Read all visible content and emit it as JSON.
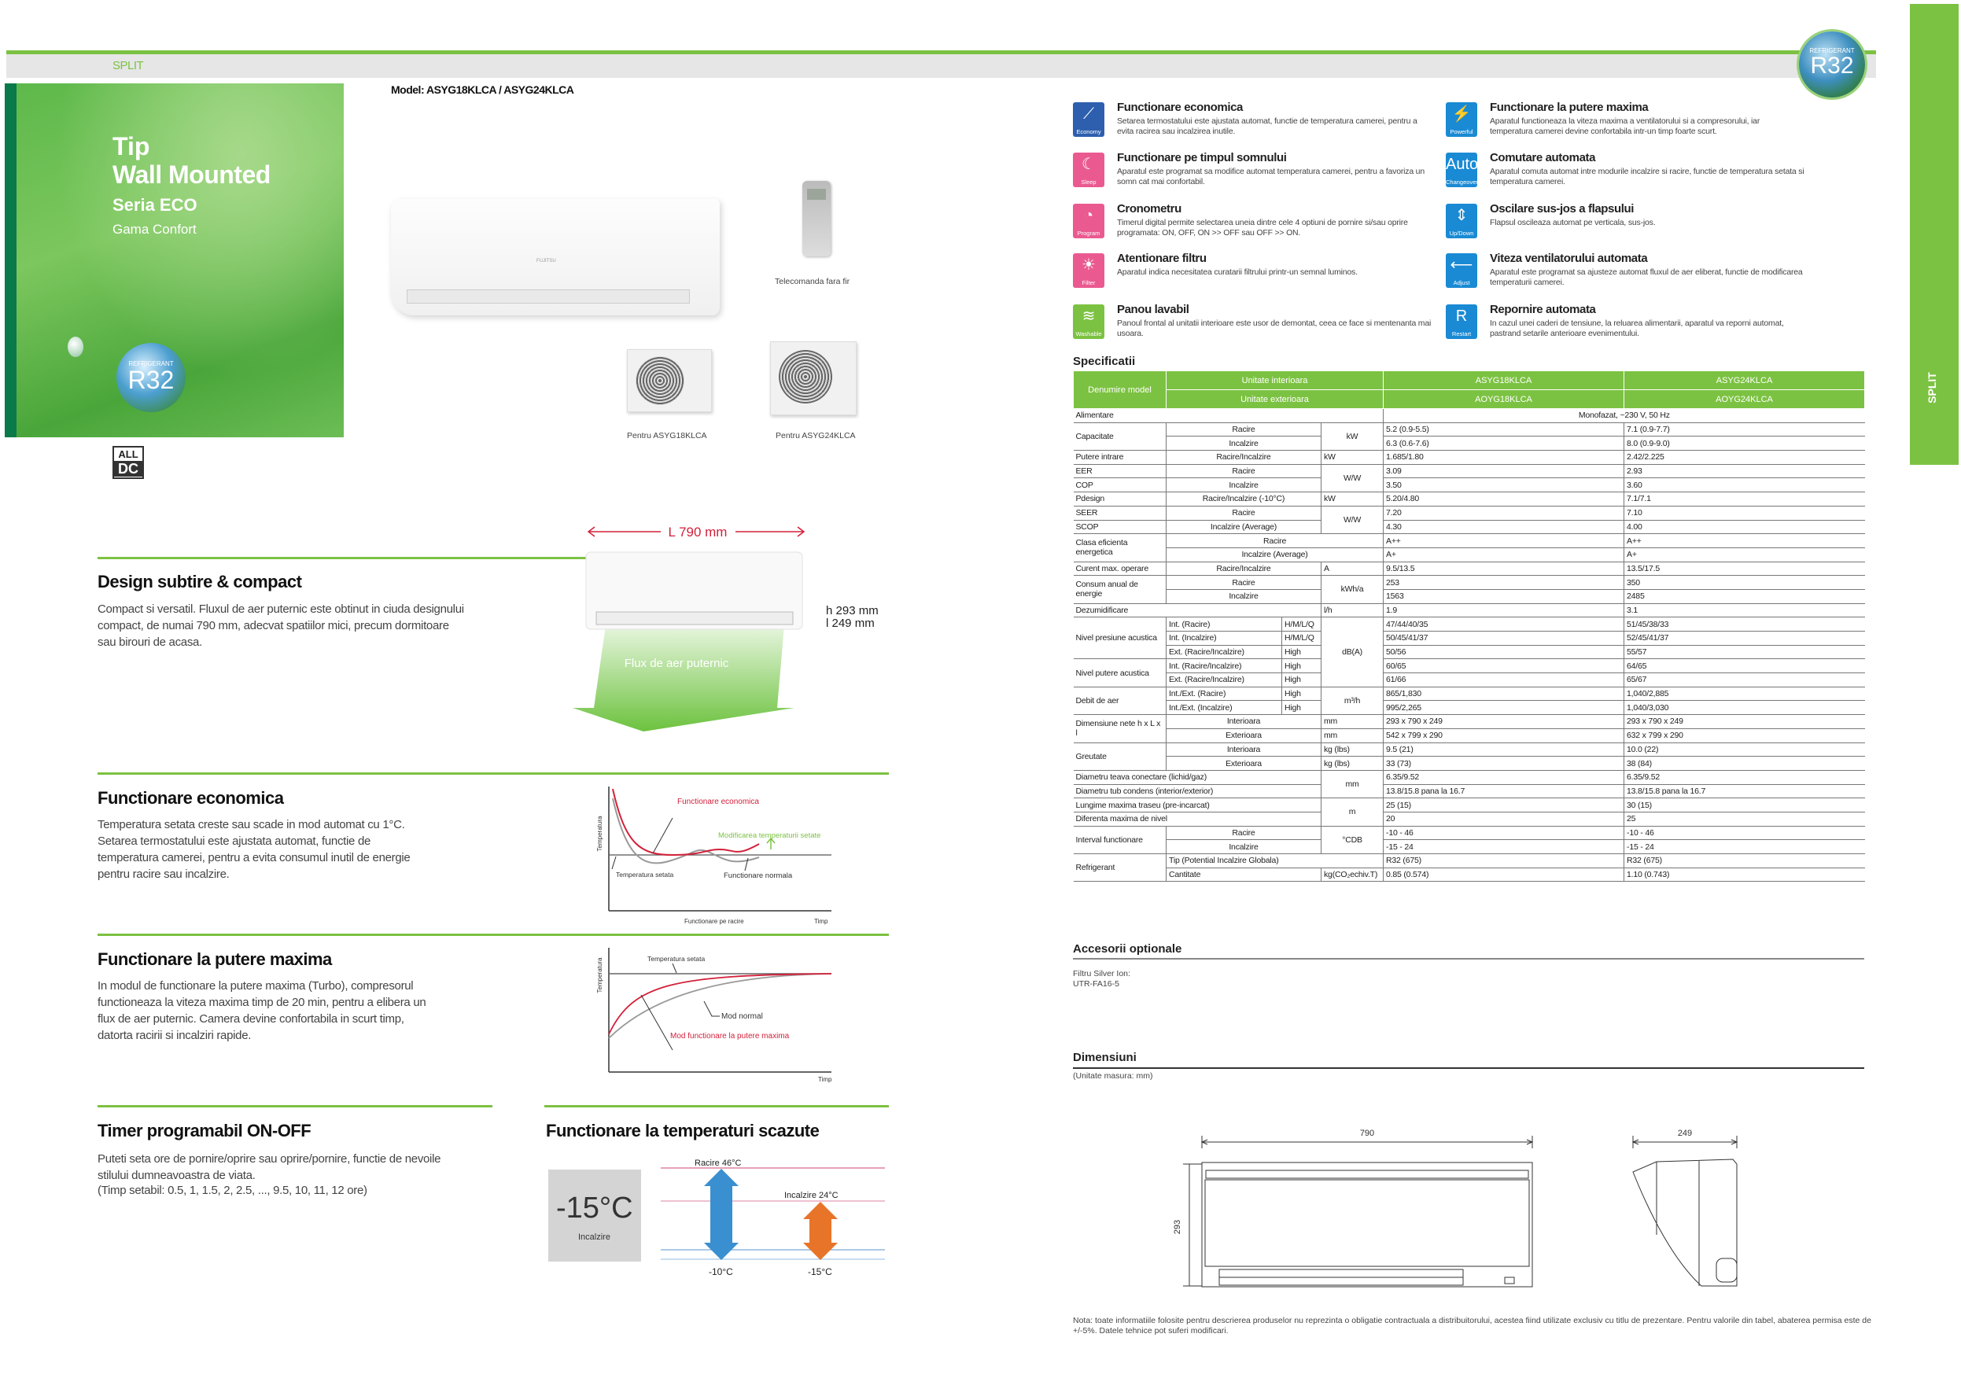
{
  "header": {
    "section": "SPLIT",
    "side_tab": "SPLIT",
    "badge_top": "REFRIGERANT",
    "badge_main": "R32"
  },
  "hero": {
    "line1": "Tip",
    "line2": "Wall Mounted",
    "line3": "Seria ECO",
    "line4": "Gama Confort",
    "badge_top": "REFRIGERANT",
    "badge_main": "R32"
  },
  "alldc": {
    "top": "ALL",
    "bottom": "DC"
  },
  "model": "Model: ASYG18KLCA / ASYG24KLCA",
  "product": {
    "remote_caption": "Telecomanda fara fir",
    "outdoor1_caption": "Pentru ASYG18KLCA",
    "outdoor2_caption": "Pentru ASYG24KLCA",
    "brand": "FUJITSU"
  },
  "design": {
    "title": "Design subtire & compact",
    "text": "Compact si versatil. Fluxul de aer puternic este obtinut in ciuda designului compact, de numai 790 mm, adecvat spatiilor mici, precum dormitoare sau birouri de acasa.",
    "length": "L 790 mm",
    "height": "h 293 mm",
    "depth": "l 249 mm",
    "airflow": "Flux de aer puternic"
  },
  "economy": {
    "title": "Functionare economica",
    "text": "Temperatura setata creste sau scade in mod automat cu 1°C. Setarea termostatului este ajustata automat, functie de temperatura camerei, pentru a evita consumul inutil de energie pentru racire sau incalzire.",
    "chart": {
      "ylabel": "Temperatura",
      "eco": "Functionare economica",
      "mod": "Modificarea temperaturii setate",
      "set": "Temperatura setata",
      "normal": "Functionare normala",
      "xlabel": "Functionare pe racire",
      "time": "Timp"
    }
  },
  "powerful": {
    "title": "Functionare la putere maxima",
    "text": "In modul de functionare la putere maxima (Turbo), compresorul functioneaza la viteza maxima timp de 20 min, pentru a elibera un flux de aer puternic. Camera devine confortabila in scurt timp, datorta racirii si incalziri rapide.",
    "chart": {
      "ylabel": "Temperatura",
      "set": "Temperatura setata",
      "normal": "Mod normal",
      "max": "Mod functionare la putere maxima",
      "time": "Timp"
    }
  },
  "timer": {
    "title": "Timer programabil ON-OFF",
    "text": "Puteti seta ore de pornire/oprire sau oprire/pornire, functie de nevoile stilului dumneavoastra de viata.",
    "text2": "(Timp setabil: 0.5, 1, 1.5, 2, 2.5, ..., 9.5, 10, 11, 12 ore)"
  },
  "lowtemp": {
    "title": "Functionare la temperaturi scazute",
    "box_value": "-15°C",
    "box_label": "Incalzire",
    "cool_top": "Racire 46°C",
    "heat_top": "Incalzire 24°C",
    "cool_bottom": "-10°C",
    "heat_bottom": "-15°C",
    "cool_color": "#3a8fd0",
    "heat_color": "#e8742a"
  },
  "features": [
    {
      "icon": "economy-icon",
      "label": "Economy",
      "color": "#2d5fae",
      "title": "Functionare economica",
      "text": "Setarea termostatului este ajustata automat, functie de temperatura camerei, pentru a evita racirea sau incalzirea inutile."
    },
    {
      "icon": "sleep-icon",
      "label": "Sleep",
      "color": "#ea5a90",
      "title": "Functionare pe timpul somnului",
      "text": "Aparatul este programat sa modifice automat temperatura camerei, pentru a favoriza un somn cat mai confortabil."
    },
    {
      "icon": "program-icon",
      "label": "Program",
      "color": "#ea5a90",
      "title": "Cronometru",
      "text": "Timerul digital permite selectarea uneia dintre cele 4 optiuni de pornire si/sau oprire programata: ON, OFF, ON >> OFF sau OFF >> ON."
    },
    {
      "icon": "filter-icon",
      "label": "Filter",
      "color": "#ea5a90",
      "title": "Atentionare filtru",
      "text": "Aparatul indica necesitatea curatarii filtrului printr-un semnal luminos."
    },
    {
      "icon": "washable-icon",
      "label": "Washable",
      "color": "#7cc242",
      "title": "Panou lavabil",
      "text": "Panoul frontal al unitatii interioare este usor de demontat, ceea ce face si mentenanta mai usoara."
    },
    {
      "icon": "powerful-icon",
      "label": "Powerful",
      "color": "#1a8ad4",
      "title": "Functionare la putere maxima",
      "text": "Aparatul functioneaza la viteza maxima a ventilatorului si a compresorului, iar temperatura camerei devine confortabila intr-un timp foarte scurt."
    },
    {
      "icon": "auto-changeover-icon",
      "label": "Changeover",
      "color": "#1a8ad4",
      "title": "Comutare automata",
      "text": "Aparatul comuta automat intre modurile incalzire si racire, functie de temperatura setata si temperatura camerei."
    },
    {
      "icon": "up-down-icon",
      "label": "Up/Down",
      "color": "#1a8ad4",
      "title": "Oscilare sus-jos a flapsului",
      "text": "Flapsul oscileaza automat pe verticala, sus-jos."
    },
    {
      "icon": "adjust-icon",
      "label": "Adjust",
      "color": "#1a8ad4",
      "title": "Viteza ventilatorului automata",
      "text": "Aparatul este programat sa ajusteze automat fluxul de aer eliberat, functie de modificarea temperaturii camerei."
    },
    {
      "icon": "restart-icon",
      "label": "Restart",
      "color": "#1a8ad4",
      "title": "Repornire automata",
      "text": "In cazul unei caderi de tensiune, la reluarea alimentarii, aparatul va reporni automat, pastrand setarile anterioare evenimentului."
    }
  ],
  "feature_glyphs": [
    "⟋",
    "☾",
    "◔",
    "☀",
    "≋",
    "⚡",
    "Auto",
    "⇕",
    "⟵",
    "R"
  ],
  "spec": {
    "title": "Specificatii",
    "header": [
      [
        "Denumire model",
        "Unitate interioara",
        "ASYG18KLCA",
        "ASYG24KLCA"
      ],
      [
        "Unitate exterioara",
        "AOYG18KLCA",
        "AOYG24KLCA"
      ]
    ],
    "rows": [
      [
        "Alimentare",
        "Monofazat, ~230 V, 50 Hz"
      ],
      [
        "Capacitate",
        "Racire",
        "kW",
        "5.2 (0.9-5.5)",
        "7.1 (0.9-7.7)"
      ],
      [
        "Incalzire",
        "6.3 (0.6-7.6)",
        "8.0 (0.9-9.0)"
      ],
      [
        "Putere intrare",
        "Racire/Incalzire",
        "kW",
        "1.685/1.80",
        "2.42/2.225"
      ],
      [
        "EER",
        "Racire",
        "W/W",
        "3.09",
        "2.93"
      ],
      [
        "COP",
        "Incalzire",
        "3.50",
        "3.60"
      ],
      [
        "Pdesign",
        "Racire/Incalzire (-10°C)",
        "kW",
        "5.20/4.80",
        "7.1/7.1"
      ],
      [
        "SEER",
        "Racire",
        "W/W",
        "7.20",
        "7.10"
      ],
      [
        "SCOP",
        "Incalzire (Average)",
        "4.30",
        "4.00"
      ],
      [
        "Clasa eficienta energetica",
        "Racire",
        "A++",
        "A++"
      ],
      [
        "Incalzire (Average)",
        "A+",
        "A+"
      ],
      [
        "Curent max. operare",
        "Racire/Incalzire",
        "A",
        "9.5/13.5",
        "13.5/17.5"
      ],
      [
        "Consum anual de energie",
        "Racire",
        "kWh/a",
        "253",
        "350"
      ],
      [
        "Incalzire",
        "1563",
        "2485"
      ],
      [
        "Dezumidificare",
        "l/h",
        "1.9",
        "3.1"
      ],
      [
        "Nivel presiune acustica",
        "Int. (Racire)",
        "H/M/L/Q",
        "dB(A)",
        "47/44/40/35",
        "51/45/38/33"
      ],
      [
        "Int. (Incalzire)",
        "H/M/L/Q",
        "50/45/41/37",
        "52/45/41/37"
      ],
      [
        "Ext. (Racire/Incalzire)",
        "High",
        "50/56",
        "55/57"
      ],
      [
        "Nivel putere acustica",
        "Int. (Racire/Incalzire)",
        "High",
        "60/65",
        "64/65"
      ],
      [
        "Ext. (Racire/Incalzire)",
        "High",
        "61/66",
        "65/67"
      ],
      [
        "Debit de aer",
        "Int./Ext. (Racire)",
        "High",
        "m³/h",
        "865/1,830",
        "1,040/2,885"
      ],
      [
        "Int./Ext. (Incalzire)",
        "High",
        "995/2,265",
        "1,040/3,030"
      ],
      [
        "Dimensiune nete h x L x l",
        "Interioara",
        "mm",
        "293 x 790 x 249",
        "293 x 790 x 249"
      ],
      [
        "Exterioara",
        "mm",
        "542 x 799 x 290",
        "632 x 799 x 290"
      ],
      [
        "Greutate",
        "Interioara",
        "kg (lbs)",
        "9.5 (21)",
        "10.0 (22)"
      ],
      [
        "Exterioara",
        "kg (lbs)",
        "33 (73)",
        "38 (84)"
      ],
      [
        "Diametru teava conectare (lichid/gaz)",
        "mm",
        "6.35/9.52",
        "6.35/9.52"
      ],
      [
        "Diametru tub condens (interior/exterior)",
        "13.8/15.8 pana la 16.7",
        "13.8/15.8 pana la 16.7"
      ],
      [
        "Lungime maxima traseu (pre-incarcat)",
        "m",
        "25 (15)",
        "30 (15)"
      ],
      [
        "Diferenta maxima de nivel",
        "20",
        "25"
      ],
      [
        "Interval functionare",
        "Racire",
        "°CDB",
        "-10 - 46",
        "-10 - 46"
      ],
      [
        "Incalzire",
        "-15 - 24",
        "-15 - 24"
      ],
      [
        "Refrigerant",
        "Tip (Potential Incalzire Globala)",
        "R32 (675)",
        "R32 (675)"
      ],
      [
        "Cantitate",
        "kg(CO₂echiv.T)",
        "0.85 (0.574)",
        "1.10 (0.743)"
      ]
    ]
  },
  "accessories": {
    "title": "Accesorii optionale",
    "line1": "Filtru Silver Ion:",
    "line2": "UTR-FA16-5"
  },
  "dimensions": {
    "title": "Dimensiuni",
    "unit": "(Unitate masura: mm)",
    "width": "790",
    "height": "293",
    "depth": "249"
  },
  "note": "Nota: toate informatiile folosite pentru descrierea produselor nu reprezinta o obligatie contractuala a distribuitorului, acestea fiind utilizate exclusiv cu titlu de prezentare. Pentru valorile din tabel, abaterea permisa este de +/-5%. Datele tehnice pot suferi modificari."
}
